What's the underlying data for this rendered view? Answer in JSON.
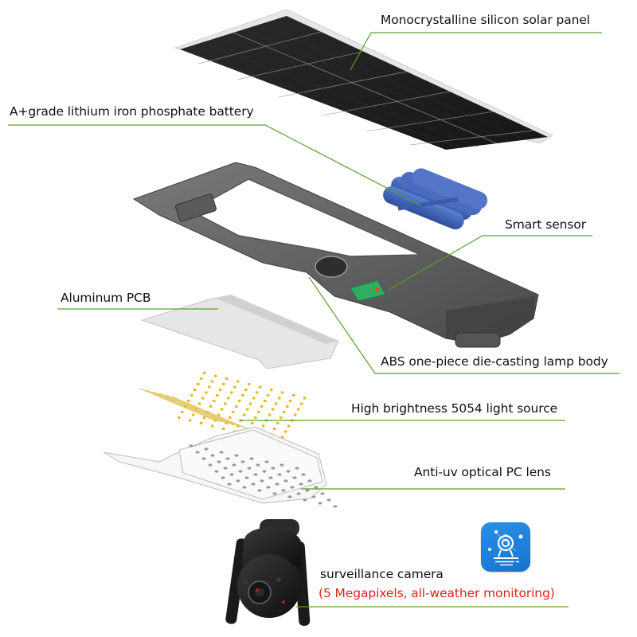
{
  "diagram": {
    "type": "exploded-product-view",
    "subject": "Solar street light with surveillance camera",
    "leader_line_color": "#5aa02c",
    "components": [
      {
        "id": "solar_panel",
        "label": "Monocrystalline silicon solar panel"
      },
      {
        "id": "battery",
        "label": "A+grade lithium iron phosphate battery"
      },
      {
        "id": "smart_sensor",
        "label": "Smart sensor"
      },
      {
        "id": "aluminum_pcb",
        "label": "Aluminum PCB"
      },
      {
        "id": "lamp_body",
        "label": "ABS one-piece die-casting lamp body"
      },
      {
        "id": "light_source",
        "label": "High brightness 5054 light source"
      },
      {
        "id": "pc_lens",
        "label": "Anti-uv optical PC lens"
      },
      {
        "id": "camera",
        "label": "surveillance camera",
        "sublabel": "(5 Megapixels, all-weather monitoring)",
        "sublabel_color": "#e0231e"
      }
    ],
    "app_icon": {
      "name": "webcam-app-icon",
      "color": "#1a7ed8"
    }
  }
}
